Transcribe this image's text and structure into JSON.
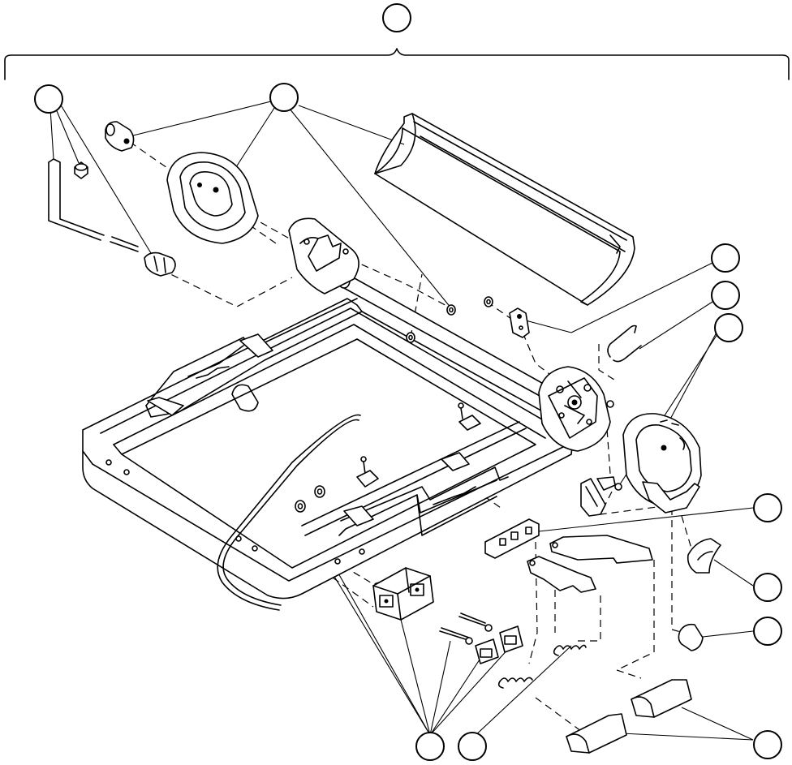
{
  "diagram": {
    "type": "exploded-parts-view",
    "callout_bubbles": [
      {
        "id": "callout-top",
        "label": ""
      },
      {
        "id": "callout-left-1",
        "label": ""
      },
      {
        "id": "callout-left-2",
        "label": ""
      },
      {
        "id": "callout-right-1",
        "label": ""
      },
      {
        "id": "callout-right-2",
        "label": ""
      },
      {
        "id": "callout-right-3",
        "label": ""
      },
      {
        "id": "callout-right-4",
        "label": ""
      },
      {
        "id": "callout-right-5",
        "label": ""
      },
      {
        "id": "callout-right-6",
        "label": ""
      },
      {
        "id": "callout-bottom-right",
        "label": ""
      },
      {
        "id": "callout-bottom-1",
        "label": ""
      },
      {
        "id": "callout-bottom-2",
        "label": ""
      }
    ],
    "colors": {
      "line": "#000000",
      "background": "#ffffff"
    }
  }
}
